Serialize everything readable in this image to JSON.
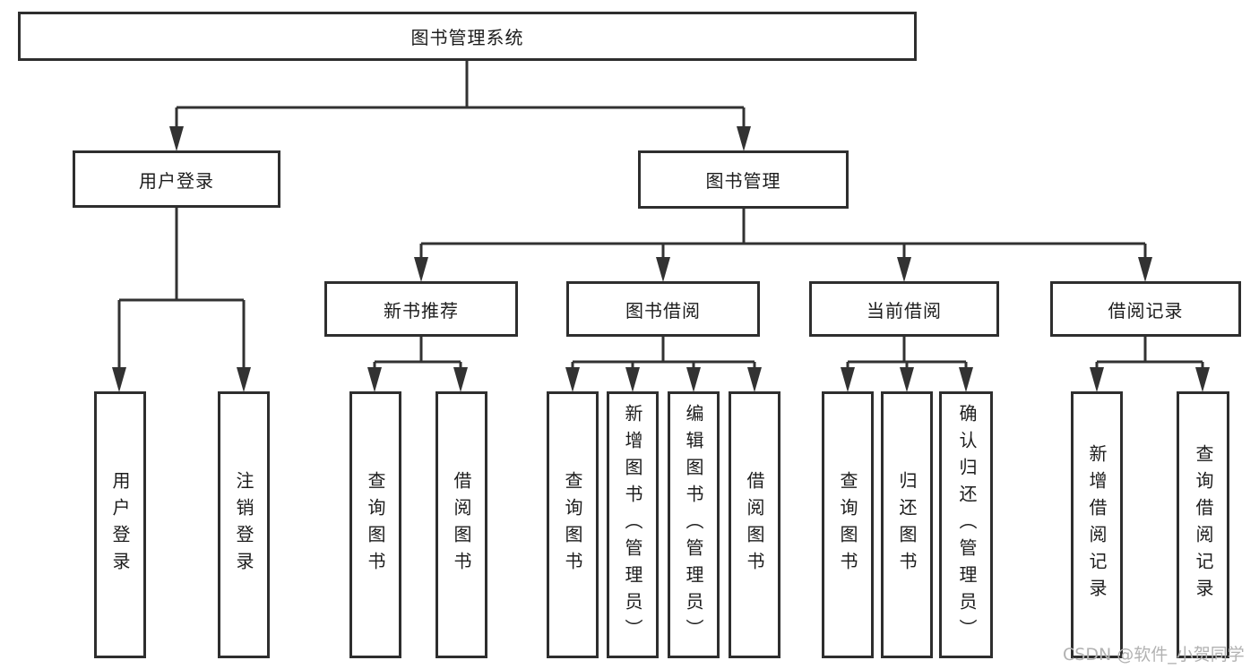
{
  "diagram": {
    "root": {
      "label": "图书管理系统"
    },
    "branches": [
      {
        "label": "用户登录",
        "children": [
          {
            "label": "用户登录"
          },
          {
            "label": "注销登录"
          }
        ]
      },
      {
        "label": "图书管理",
        "children": [
          {
            "label": "新书推荐",
            "children": [
              {
                "label": "查询图书"
              },
              {
                "label": "借阅图书"
              }
            ]
          },
          {
            "label": "图书借阅",
            "children": [
              {
                "label": "查询图书"
              },
              {
                "label": "新增图书（管理员）"
              },
              {
                "label": "编辑图书（管理员）"
              },
              {
                "label": "借阅图书"
              }
            ]
          },
          {
            "label": "当前借阅",
            "children": [
              {
                "label": "查询图书"
              },
              {
                "label": "归还图书"
              },
              {
                "label": "确认归还（管理员）"
              }
            ]
          },
          {
            "label": "借阅记录",
            "children": [
              {
                "label": "新增借阅记录"
              },
              {
                "label": "查询借阅记录"
              }
            ]
          }
        ]
      }
    ]
  },
  "watermark": {
    "text": "CSDN @软件_小贺同学"
  },
  "colors": {
    "line": "#323232",
    "border": "#2e2e2e",
    "text": "#1c1c1c",
    "watermark": "#b2b2b2",
    "background": "#ffffff"
  }
}
